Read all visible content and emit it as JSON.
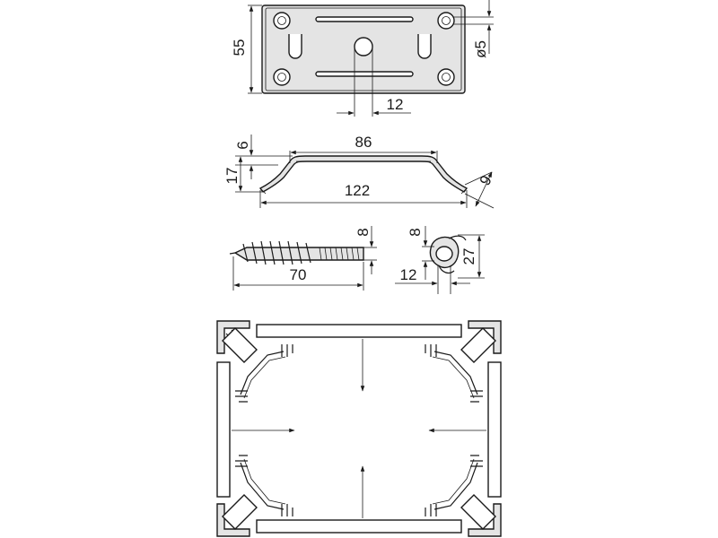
{
  "dimensions": {
    "plate_height": "55",
    "hole_diameter": "ø5",
    "center_hole": "12",
    "bracket_top_length": "86",
    "bracket_height_small": "6",
    "bracket_height_total": "17",
    "bracket_length": "122",
    "bracket_end": "9",
    "screw_thread": "8",
    "screw_length": "70",
    "nut_thread": "8",
    "nut_height": "27",
    "nut_width": "12"
  }
}
